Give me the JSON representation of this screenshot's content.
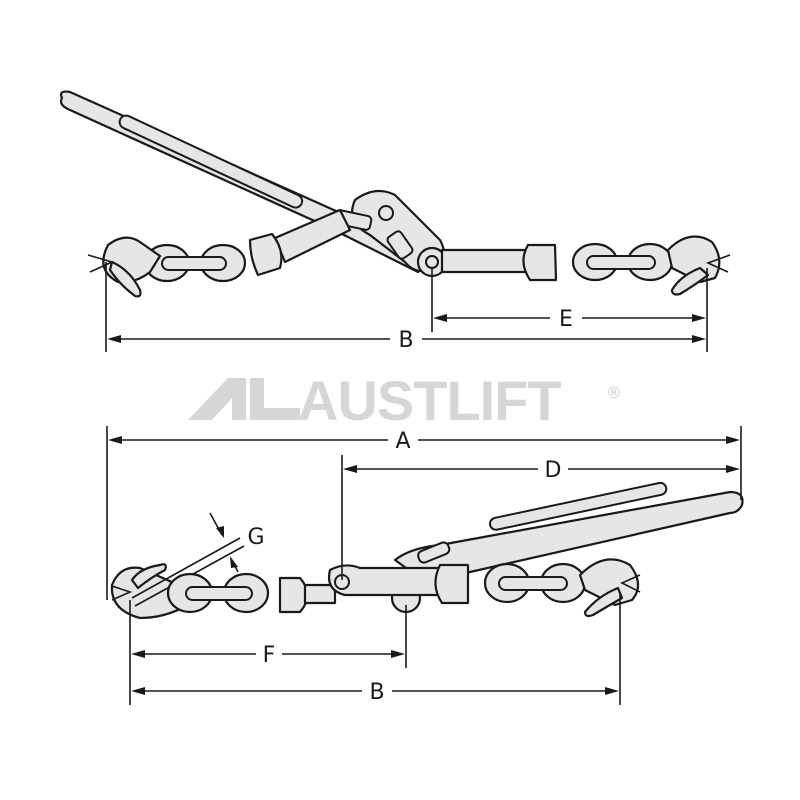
{
  "diagram": {
    "subject": "Lever chain load binder with grab hooks",
    "views": [
      {
        "name": "top-view",
        "orientation": "handle raised to the left"
      },
      {
        "name": "bottom-view",
        "orientation": "handle extended to the right"
      }
    ]
  },
  "logo": {
    "brand": "AUSTLIFT",
    "registered_mark": "®",
    "color": "#d6d6d6"
  },
  "dimensions": {
    "top": {
      "E": "E",
      "B": "B"
    },
    "bottom": {
      "A": "A",
      "D": "D",
      "G": "G",
      "F": "F",
      "B": "B"
    }
  },
  "colors": {
    "part_fill": "#e6e6e6",
    "outline": "#1a1a1a",
    "background": "#ffffff"
  }
}
